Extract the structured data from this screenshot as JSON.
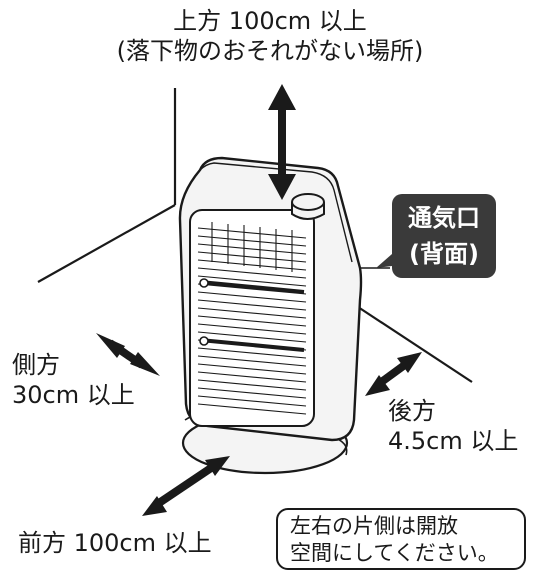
{
  "labels": {
    "top_line1": "上方 100cm 以上",
    "top_line2": "(落下物のおそれがない場所)",
    "side_line1": "側方",
    "side_line2": "30cm 以上",
    "back_line1": "後方",
    "back_line2": "4.5cm 以上",
    "front": "前方 100cm 以上",
    "vent_line1": "通気口",
    "vent_line2": "(背面)",
    "note_line1": "左右の片側は開放",
    "note_line2": "空間にしてください。"
  },
  "colors": {
    "line": "#1a1a1a",
    "heater_body": "#f4f4f4",
    "vent_tag": "#3a3a3a"
  }
}
